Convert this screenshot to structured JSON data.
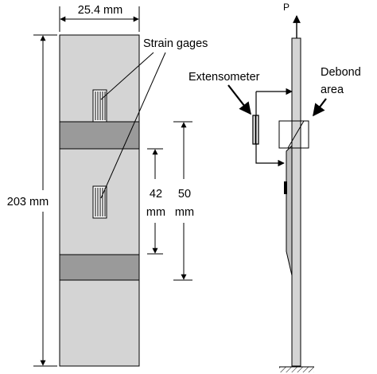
{
  "specimen": {
    "width_label": "25.4 mm",
    "height_label": "203 mm",
    "inner_gap_label": "42",
    "inner_gap_unit": "mm",
    "tab_gap_label": "50",
    "tab_gap_unit": "mm",
    "strain_gages_label": "Strain gages"
  },
  "side_view": {
    "load_label": "P",
    "extensometer_label": "Extensometer",
    "debond_label_line1": "Debond",
    "debond_label_line2": "area"
  },
  "colors": {
    "specimen_fill": "#d4d4d4",
    "tab_fill": "#9a9a9a",
    "outline": "#000000"
  }
}
